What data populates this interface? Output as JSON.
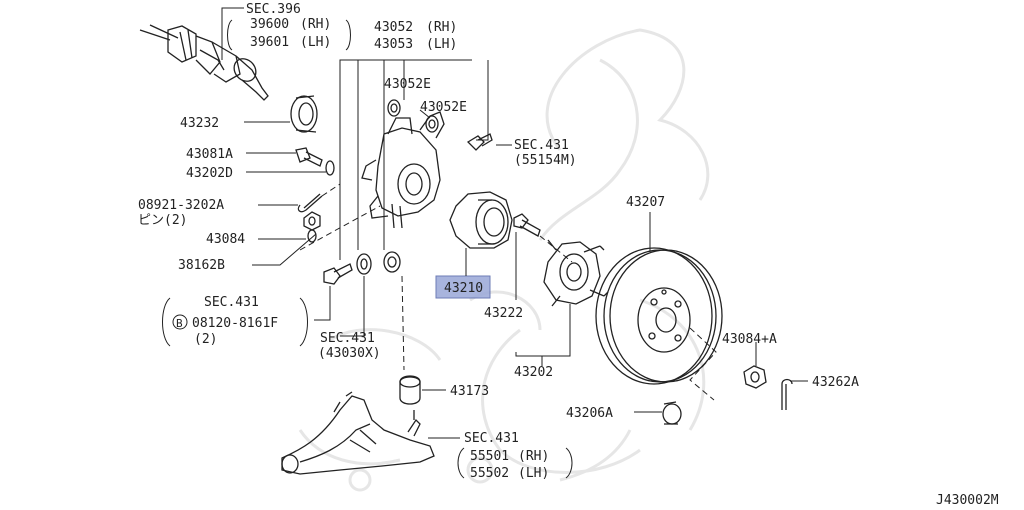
{
  "labels": {
    "sec396": "SEC.396",
    "p39600": "39600",
    "p39600_side": "(RH)",
    "p39601": "39601",
    "p39601_side": "(LH)",
    "p43052": "43052",
    "p43052_side": "(RH)",
    "p43053": "43053",
    "p43053_side": "(LH)",
    "p43232": "43232",
    "p43052e_a": "43052E",
    "p43052e_b": "43052E",
    "p43081a": "43081A",
    "p43202d": "43202D",
    "p08921": "08921-3202A",
    "pin": "ピン(2)",
    "p43084": "43084",
    "p38162b": "38162B",
    "sec431_a": "SEC.431",
    "p55154m": "(55154M)",
    "sec431_b": "SEC.431",
    "bolt_marker": "B",
    "p08120": "08120-8161F",
    "p08120_qty": "(2)",
    "sec431_c": "SEC.431",
    "p43030x": "(43030X)",
    "p43210": "43210",
    "p43222": "43222",
    "p43202": "43202",
    "p43207": "43207",
    "p43084a": "43084+A",
    "p43262a": "43262A",
    "p43173": "43173",
    "p43206a": "43206A",
    "sec431_d": "SEC.431",
    "p55501": "55501",
    "p55501_side": "(RH)",
    "p55502": "55502",
    "p55502_side": "(LH)",
    "diagram_code": "J430002M"
  },
  "colors": {
    "line": "#222222",
    "highlight": "#9aa8d8",
    "watermark": "#e6e6e6"
  }
}
